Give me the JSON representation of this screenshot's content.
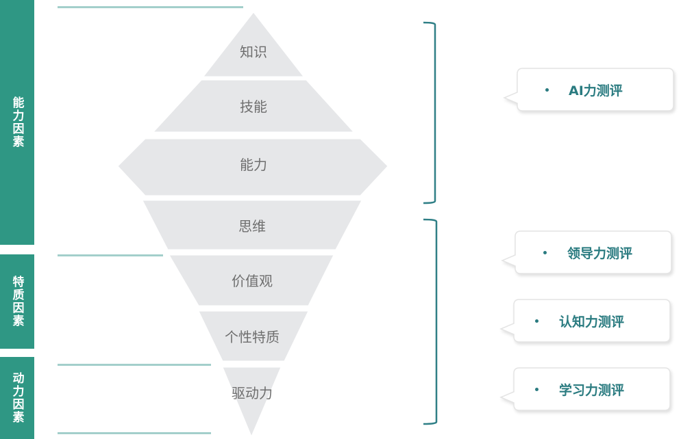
{
  "categories": [
    {
      "label": "能力因素"
    },
    {
      "label": "特质因素"
    },
    {
      "label": "动力因素"
    }
  ],
  "layers": [
    {
      "label": "知识"
    },
    {
      "label": "技能"
    },
    {
      "label": "能力"
    },
    {
      "label": "思维"
    },
    {
      "label": "价值观"
    },
    {
      "label": "个性特质"
    },
    {
      "label": "驱动力"
    }
  ],
  "assessments": [
    {
      "label": "AI力测评"
    },
    {
      "label": "领导力测评"
    },
    {
      "label": "认知力测评"
    },
    {
      "label": "学习力测评"
    }
  ],
  "colors": {
    "accent": "#2f9784",
    "layer_fill": "#e6e7e9",
    "bracket": "#2f7f86",
    "callout_text": "#2a7b80"
  }
}
